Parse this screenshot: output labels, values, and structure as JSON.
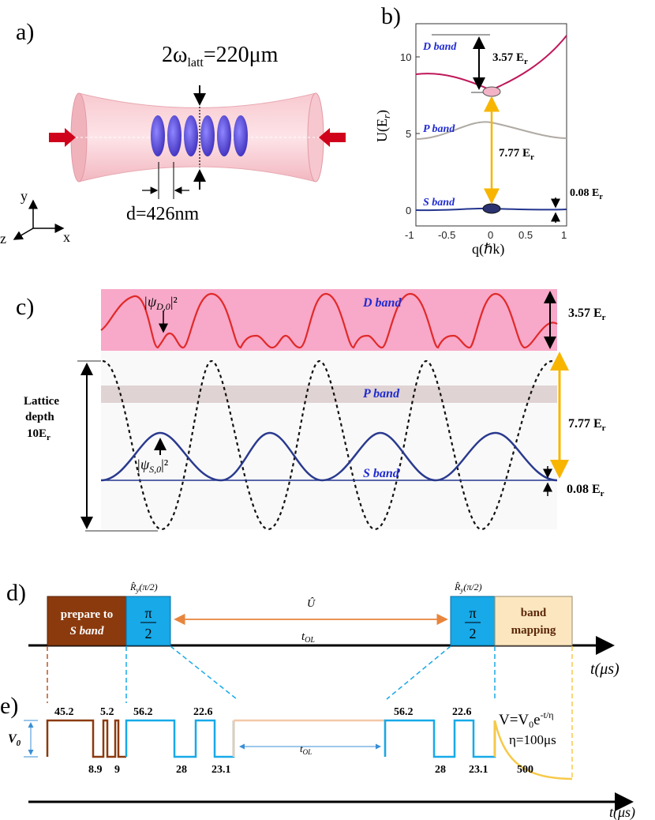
{
  "panels": {
    "a": {
      "label": "a)",
      "waist_label": "2ω",
      "waist_sub": "latt",
      "waist_value": "=220μm",
      "spacing_label": "d=426nm",
      "axis_x": "x",
      "axis_y": "y",
      "axis_z": "z"
    },
    "b": {
      "label": "b)",
      "ylabel": "U(E",
      "ylabel_sub": "r",
      "ylabel_end": ")",
      "xlabel": "q(ℏk)",
      "yticks": [
        "0",
        "5",
        "10"
      ],
      "xticks": [
        "-1",
        "-0.5",
        "0",
        "0.5",
        "1"
      ],
      "bands": [
        "D band",
        "P band",
        "S band"
      ],
      "gap_d": "3.57 E",
      "gap_sp": "7.77 E",
      "width_s": "0.08 E",
      "unit_sub": "r"
    },
    "c": {
      "label": "c)",
      "psi_d": "|ψ",
      "psi_d_sub": "D,0",
      "psi_d_end": "|²",
      "psi_s": "|ψ",
      "psi_s_sub": "S,0",
      "psi_s_end": "|²",
      "bands": [
        "D band",
        "P band",
        "S band"
      ],
      "depth_line1": "Lattice",
      "depth_line2": "depth",
      "depth_line3": "10E",
      "gap_d": "3.57 E",
      "gap_sp": "7.77 E",
      "width_s": "0.08 E",
      "unit_sub": "r"
    },
    "d": {
      "label": "d)",
      "prep_line1": "prepare to",
      "prep_line2": "S band",
      "pulse_top": "π",
      "pulse_bottom": "2",
      "rot_label": "R̂",
      "rot_sub": "y",
      "rot_arg": "(π/2)",
      "evolution": "Û",
      "t_ol": "t",
      "t_ol_sub": "OL",
      "map_line1": "band",
      "map_line2": "mapping",
      "time_axis": "t(μs)"
    },
    "e": {
      "label": "e)",
      "v0": "V",
      "v0_sub": "0",
      "top_durations": [
        "45.2",
        "5.2",
        "56.2",
        "22.6",
        "56.2",
        "22.6"
      ],
      "bottom_durations": [
        "8.9",
        "9",
        "28",
        "23.1",
        "28",
        "23.1",
        "500"
      ],
      "t_ol": "t",
      "t_ol_sub": "OL",
      "formula": "V=V",
      "formula_sub": "0",
      "formula_exp": "e",
      "formula_sup": "-t/η",
      "eta": "η=100μs",
      "time_axis": "t(μs)"
    }
  },
  "colors": {
    "brown": "#8b3a0e",
    "cyan": "#17a9e8",
    "peach": "#f3c8a6",
    "yellow": "#f7c948",
    "d_curve": "#c0175a",
    "p_curve": "#b0aaa4",
    "s_curve": "#24358f",
    "pink_bg": "#f8a8c8"
  }
}
